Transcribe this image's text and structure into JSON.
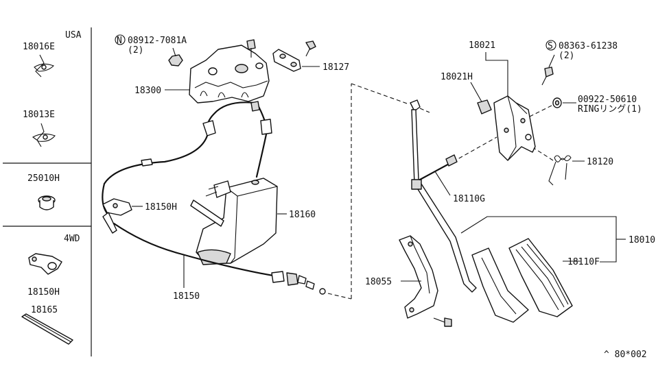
{
  "left_panel": {
    "usa_label": "USA",
    "wd_label": "4WD",
    "parts": {
      "p18016e": "18016E",
      "p18013e": "18013E",
      "p25010h": "25010H",
      "p18150h_4wd": "18150H",
      "p18165": "18165"
    }
  },
  "labels": {
    "bolt_n_code": "08912-7081A",
    "bolt_n_symbol": "N",
    "bolt_n_qty": "(2)",
    "p18300": "18300",
    "p18127": "18127",
    "p18150h": "18150H",
    "p18160": "18160",
    "p18150": "18150",
    "p18021": "18021",
    "p18021h": "18021H",
    "screw_s_symbol": "S",
    "screw_s_code": "08363-61238",
    "screw_s_qty": "(2)",
    "ring_code": "00922-50610",
    "ring_desc": "RINGリング(1)",
    "p18120": "18120",
    "p18110g": "18110G",
    "p18010": "18010",
    "p18055": "18055",
    "p18110f": "18110F",
    "figure_ref": "^ 80*002"
  }
}
